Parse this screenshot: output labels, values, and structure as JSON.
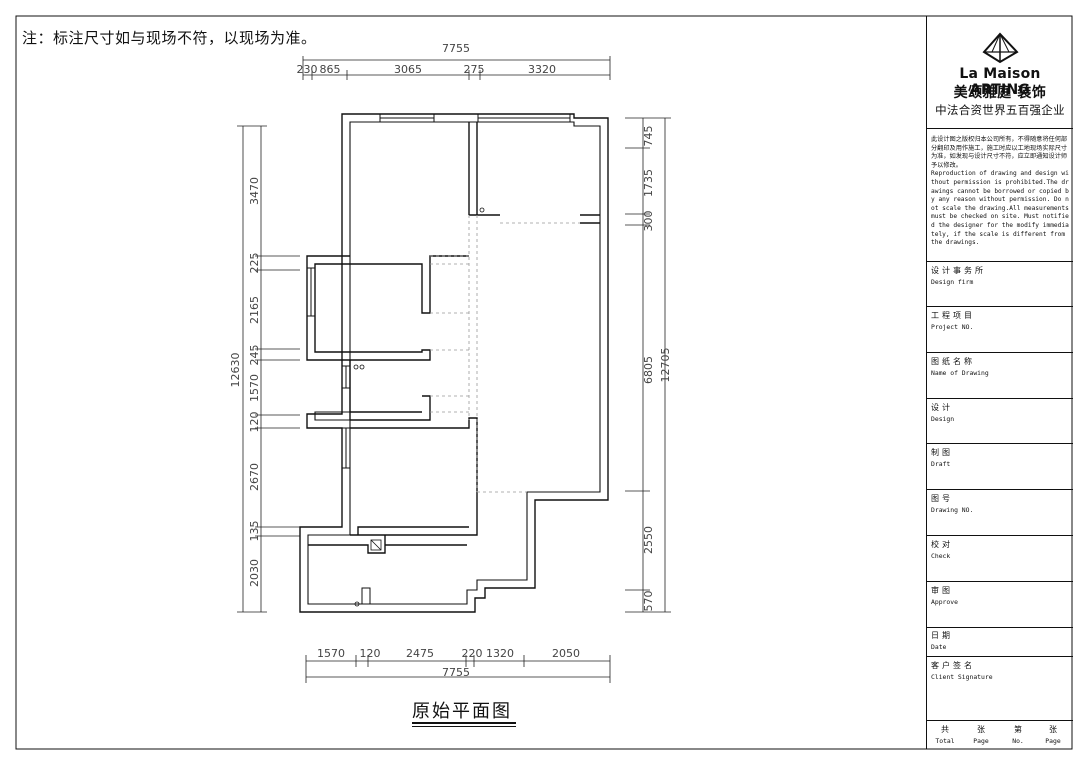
{
  "note": "注：标注尺寸如与现场不符，以现场为准。",
  "drawing_title": "原始平面图",
  "dims": {
    "top_total": "7755",
    "top_segments": [
      "230",
      "865",
      "3065",
      "275",
      "3320"
    ],
    "bottom_total": "7755",
    "bottom_segments": [
      "1570",
      "120",
      "2475",
      "220",
      "1320",
      "2050"
    ],
    "left_total": "12630",
    "left_segments": [
      "3470",
      "225",
      "2165",
      "245",
      "1570",
      "120",
      "2670",
      "135",
      "2030"
    ],
    "right_total": "12705",
    "right_segments": [
      "745",
      "1735",
      "300",
      "6805",
      "2550",
      "570"
    ]
  },
  "title_block": {
    "brand": "La Maison ARTING",
    "brand_cn": "美颂雅庭·装饰",
    "tagline": "中法合资世界五百强企业",
    "disclaimer_cn": "此设计图之版权归本公司所有，不得随意将任何部分翻印及用作施工，施工时应以工地现场实际尺寸为准，如发现与设计尺寸不符，应立即通知设计师予以修改。",
    "disclaimer_en": "Reproduction of drawing and design without permission is prohibited.The drawings cannot be borrowed or copied by any reason without permission. Do not scale the drawing.All measurements must be checked on site. Must notified the designer for the modify immediately, if the scale is different from the drawings.",
    "fields": [
      {
        "cn": "设计事务所",
        "en": "Design firm"
      },
      {
        "cn": "工程项目",
        "en": "Project NO."
      },
      {
        "cn": "图纸名称",
        "en": "Name of Drawing"
      },
      {
        "cn": "设计",
        "en": "Design"
      },
      {
        "cn": "制图",
        "en": "Draft"
      },
      {
        "cn": "图号",
        "en": "Drawing NO."
      },
      {
        "cn": "校对",
        "en": "Check"
      },
      {
        "cn": "审图",
        "en": "Approve"
      },
      {
        "cn": "日期",
        "en": "Date"
      },
      {
        "cn": "客户签名",
        "en": "Client Signature"
      }
    ],
    "footer": [
      {
        "cn": "共",
        "en": "Total"
      },
      {
        "cn": "张",
        "en": "Page"
      },
      {
        "cn": "第",
        "en": "No."
      },
      {
        "cn": "张",
        "en": "Page"
      }
    ]
  }
}
